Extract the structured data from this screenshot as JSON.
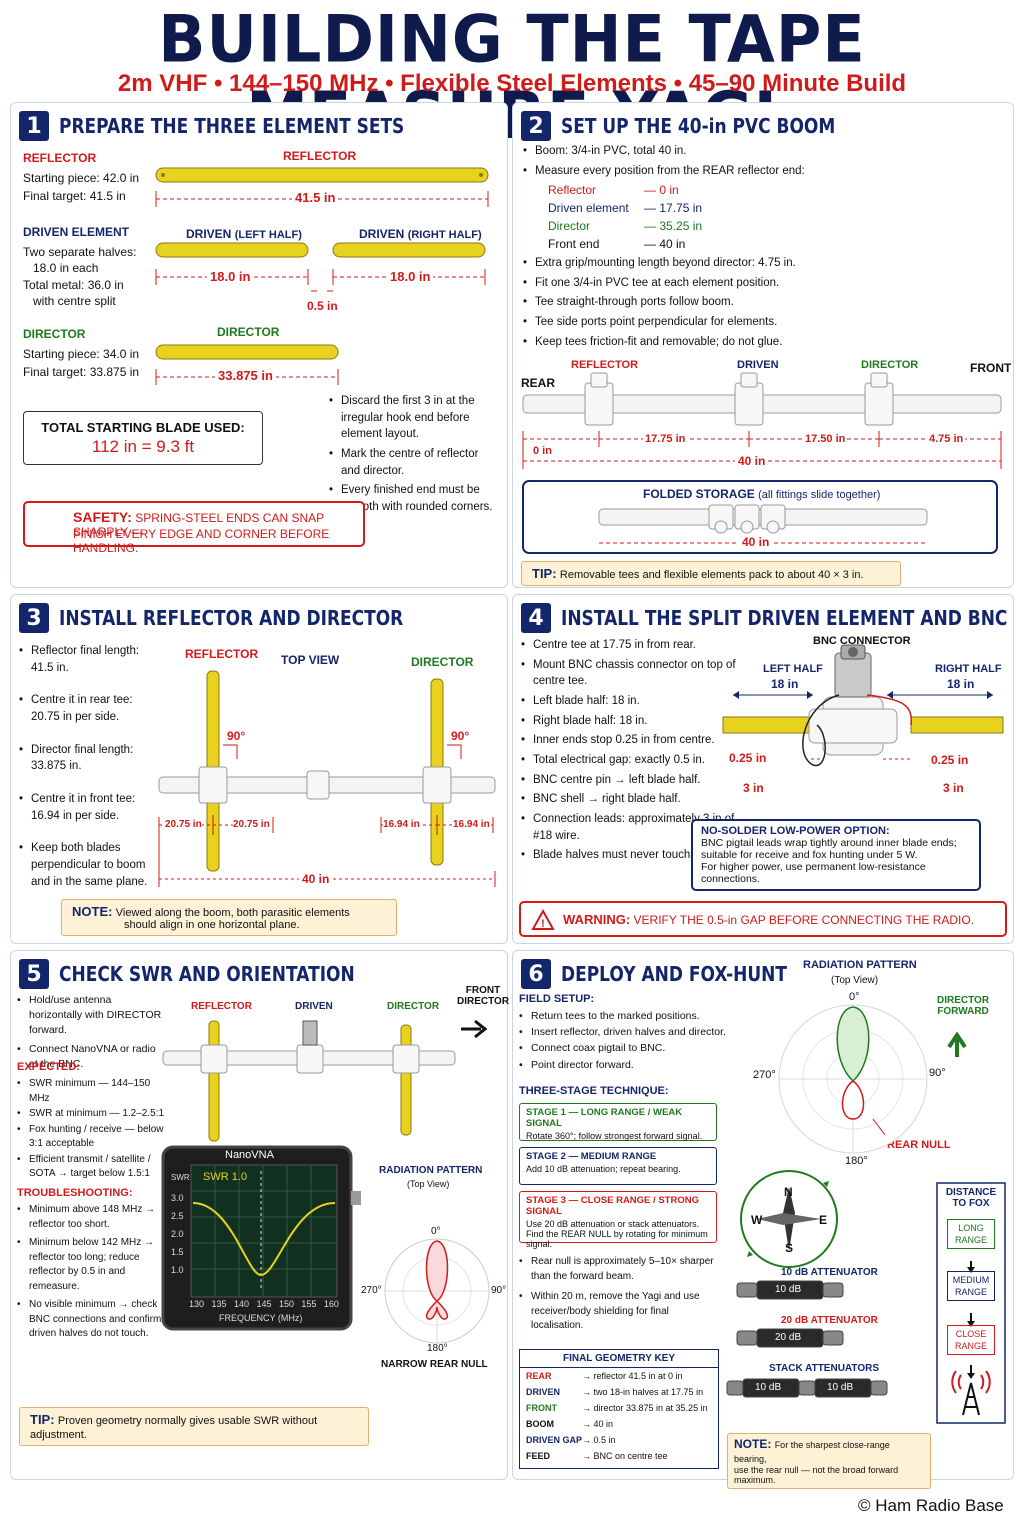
{
  "title": "BUILDING THE TAPE MEASURE YAGI",
  "subtitle": "2m VHF • 144–150 MHz • Flexible Steel Elements • 45–90 Minute Build",
  "p1": {
    "num": "1",
    "title": "PREPARE THE THREE ELEMENT SETS",
    "reflector_label": "REFLECTOR",
    "reflector_start": "Starting piece:  42.0 in",
    "reflector_final": "Final target:     41.5 in",
    "reflector_dim": "41.5 in",
    "driven_label": "DRIVEN ELEMENT",
    "driven_l1": "Two separate halves:",
    "driven_l2": "18.0 in each",
    "driven_l3": "Total metal:  36.0 in",
    "driven_l4": "with centre split",
    "driven_left": "DRIVEN",
    "driven_left_sub": "(LEFT HALF)",
    "driven_right": "DRIVEN",
    "driven_right_sub": "(RIGHT HALF)",
    "driven_dim": "18.0 in",
    "gap_dim": "0.5 in",
    "director_label": "DIRECTOR",
    "director_start": "Starting piece:  34.0 in",
    "director_final": "Final target:  33.875 in",
    "director_dim": "33.875 in",
    "total_label": "TOTAL STARTING BLADE USED:",
    "total_value": "112 in = 9.3 ft",
    "bullets": [
      "Discard the first 3 in at the irregular hook end before element layout.",
      "Mark the centre of reflector and director.",
      "Every finished end must be smooth with rounded corners."
    ],
    "safety_label": "SAFETY:",
    "safety_text1": "SPRING-STEEL ENDS CAN SNAP SHARPLY —",
    "safety_text2": "FINISH EVERY EDGE AND CORNER BEFORE HANDLING."
  },
  "p2": {
    "num": "2",
    "title": "SET UP THE 40-in PVC BOOM",
    "b1": "Boom: 3/4-in PVC, total 40 in.",
    "b2": "Measure every position from the REAR reflector end:",
    "positions": [
      {
        "name": "Reflector",
        "value": "—  0 in"
      },
      {
        "name": "Driven element",
        "value": "—  17.75 in"
      },
      {
        "name": "Director",
        "value": "—  35.25 in"
      },
      {
        "name": "Front end",
        "value": "—  40 in"
      }
    ],
    "bullets": [
      "Extra grip/mounting length beyond director: 4.75 in.",
      "Fit one 3/4-in PVC tee at each element position.",
      "Tee straight-through ports follow boom.",
      "Tee side ports point perpendicular for elements.",
      "Keep tees friction-fit and removable; do not glue."
    ],
    "rear": "REAR",
    "front": "FRONT",
    "lbl_reflector": "REFLECTOR",
    "lbl_driven": "DRIVEN",
    "lbl_director": "DIRECTOR",
    "dim1": "17.75 in",
    "dim2": "17.50 in",
    "dim3": "4.75 in",
    "dim0": "0 in",
    "dim_total": "40 in",
    "storage_label": "FOLDED STORAGE",
    "storage_sub": "(all fittings slide together)",
    "storage_dim": "40 in",
    "tip_label": "TIP:",
    "tip_text": "Removable tees and flexible elements pack to about 40 × 3 in."
  },
  "p3": {
    "num": "3",
    "title": "INSTALL REFLECTOR AND DIRECTOR",
    "bullets": [
      "Reflector final length: 41.5 in.",
      "Centre it in rear tee: 20.75 in per side.",
      "Director final length: 33.875 in.",
      "Centre it in front tee: 16.94 in per side.",
      "Keep both blades perpendicular to boom and in the same plane."
    ],
    "lbl_reflector": "REFLECTOR",
    "lbl_top": "TOP VIEW",
    "lbl_director": "DIRECTOR",
    "angle": "90°",
    "dim_r": "20.75 in",
    "dim_d": "16.94 in",
    "dim_total": "40 in",
    "note_label": "NOTE:",
    "note_text1": "Viewed along the boom, both parasitic elements",
    "note_text2": "should align in one horizontal plane."
  },
  "p4": {
    "num": "4",
    "title": "INSTALL THE SPLIT DRIVEN ELEMENT AND BNC",
    "bullets": [
      "Centre tee at 17.75 in from rear.",
      "Mount BNC chassis connector on top of centre tee.",
      "Left blade half: 18 in.",
      "Right blade half: 18 in.",
      "Inner ends stop 0.25 in from centre.",
      "Total electrical gap: exactly 0.5 in.",
      "BNC centre pin → left blade half.",
      "BNC shell → right blade half.",
      "Connection leads: approximately 3 in of #18 wire.",
      "Blade halves must never touch."
    ],
    "bnc": "BNC CONNECTOR",
    "left_half": "LEFT HALF",
    "left_len": "18 in",
    "right_half": "RIGHT HALF",
    "right_len": "18 in",
    "gap": "0.25 in",
    "lead": "3 in",
    "opt_title": "NO-SOLDER LOW-POWER OPTION:",
    "opt_l1": "BNC pigtail leads wrap tightly around inner blade ends;",
    "opt_l2": "suitable for receive and fox hunting under 5 W.",
    "opt_l3": "For higher power, use permanent low-resistance connections.",
    "warn_label": "WARNING:",
    "warn_text": "VERIFY THE 0.5-in GAP BEFORE CONNECTING THE RADIO."
  },
  "p5": {
    "num": "5",
    "title": "CHECK SWR AND ORIENTATION",
    "bullets": [
      "Hold/use antenna horizontally with DIRECTOR forward.",
      "Connect NanoVNA or radio at the BNC."
    ],
    "expected_label": "EXPECTED:",
    "expected": [
      "SWR minimum — 144–150 MHz",
      "SWR at minimum — 1.2–2.5:1",
      "Fox hunting / receive — below 3:1 acceptable",
      "Efficient transmit / satellite / SOTA → target below 1.5:1"
    ],
    "trouble_label": "TROUBLESHOOTING:",
    "trouble": [
      "Minimum above 148 MHz → reflector too short.",
      "Minimum below 142 MHz → reflector too long; reduce reflector by 0.5 in and remeasure.",
      "No visible minimum → check BNC connections and confirm driven halves do not touch."
    ],
    "lbl_reflector": "REFLECTOR",
    "lbl_driven": "DRIVEN",
    "lbl_director": "DIRECTOR",
    "front1": "FRONT",
    "front2": "DIRECTOR",
    "nano": "NanoVNA",
    "swr_ax": "SWR",
    "swr_val": "SWR 1.0",
    "y_ticks": [
      "3.0",
      "2.5",
      "2.0",
      "1.5",
      "1.0"
    ],
    "x_ticks": [
      "130",
      "135",
      "140",
      "145",
      "150",
      "155",
      "160"
    ],
    "freq": "FREQUENCY (MHz)",
    "rp_title": "RADIATION PATTERN",
    "rp_sub": "(Top View)",
    "rp_0": "0°",
    "rp_90": "90°",
    "rp_180": "180°",
    "rp_270": "270°",
    "rp_caption": "NARROW REAR NULL",
    "tip_label": "TIP:",
    "tip_text": "Proven geometry normally gives usable SWR without adjustment."
  },
  "p6": {
    "num": "6",
    "title": "DEPLOY AND FOX-HUNT",
    "field_label": "FIELD SETUP:",
    "field": [
      "Return tees to the marked positions.",
      "Insert reflector, driven halves and director.",
      "Connect coax pigtail to BNC.",
      "Point director forward."
    ],
    "three_label": "THREE-STAGE TECHNIQUE:",
    "stage1_title": "STAGE 1 — LONG RANGE / WEAK SIGNAL",
    "stage1_text": "Rotate 360°; follow strongest forward signal.",
    "stage2_title": "STAGE 2 — MEDIUM RANGE",
    "stage2_text": "Add 10 dB attenuation; repeat bearing.",
    "stage3_title": "STAGE 3 — CLOSE RANGE / STRONG SIGNAL",
    "stage3_text1": "Use 20 dB attenuation or stack attenuators.",
    "stage3_text2": "Find the REAR NULL by rotating for minimum signal.",
    "more": [
      "Rear null is approximately 5–10× sharper than the forward beam.",
      "Within 20 m, remove the Yagi and use receiver/body shielding for final localisation."
    ],
    "rp_title": "RADIATION PATTERN",
    "rp_sub": "(Top View)",
    "rp_0": "0°",
    "rp_90": "90°",
    "rp_180": "180°",
    "rp_270": "270°",
    "dir_fwd1": "DIRECTOR",
    "dir_fwd2": "FORWARD",
    "rear_null": "REAR NULL",
    "compass_n": "N",
    "compass_s": "S",
    "compass_e": "E",
    "compass_w": "W",
    "att10_label": "10 dB ATTENUATOR",
    "att10": "10 dB",
    "att20_label": "20 dB ATTENUATOR",
    "att20": "20 dB",
    "stack_label": "STACK ATTENUATORS",
    "stack_a": "10 dB",
    "stack_b": "10 dB",
    "dist_title1": "DISTANCE",
    "dist_title2": "TO FOX",
    "dist_long1": "LONG",
    "dist_long2": "RANGE",
    "dist_med1": "MEDIUM",
    "dist_med2": "RANGE",
    "dist_close1": "CLOSE",
    "dist_close2": "RANGE",
    "geo_title": "FINAL GEOMETRY KEY",
    "geo": [
      {
        "k": "REAR",
        "v": "→  reflector 41.5 in at 0 in"
      },
      {
        "k": "DRIVEN",
        "v": "→  two 18-in halves at 17.75 in"
      },
      {
        "k": "FRONT",
        "v": "→  director 33.875 in at 35.25 in"
      },
      {
        "k": "BOOM",
        "v": "→  40 in"
      },
      {
        "k": "DRIVEN GAP",
        "v": "→  0.5 in"
      },
      {
        "k": "FEED",
        "v": "→  BNC on centre tee"
      }
    ],
    "note_label": "NOTE:",
    "note_text1": "For the sharpest close-range bearing,",
    "note_text2": "use the rear null — not the broad forward maximum."
  },
  "copyright": "© Ham Radio Base",
  "colors": {
    "navy": "#14266b",
    "red": "#d11a1a",
    "green": "#1f7a1f",
    "blade": "#e8d21e"
  }
}
